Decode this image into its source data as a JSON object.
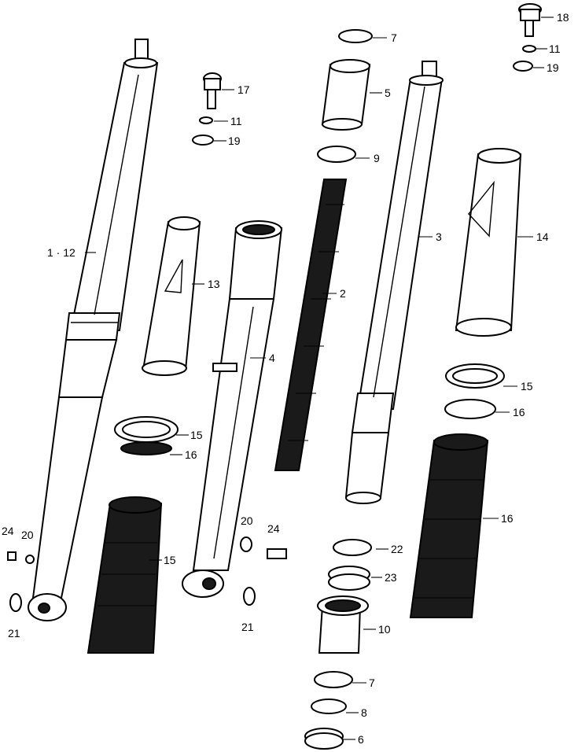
{
  "callouts": {
    "c7_top": "7",
    "c18": "18",
    "c11_top": "11",
    "c19_top": "19",
    "c5": "5",
    "c17": "17",
    "c11_left": "11",
    "c19_left": "19",
    "c9": "9",
    "c3": "3",
    "c14": "14",
    "c1_12": "1 · 12",
    "c13": "13",
    "c2": "2",
    "c4": "4",
    "c15_right": "15",
    "c16_right": "16",
    "c15_mid": "15",
    "c16_mid": "16",
    "c16_boot": "16",
    "c24_left": "24",
    "c20_left": "20",
    "c20_mid": "20",
    "c24_mid": "24",
    "c15_boot": "15",
    "c22": "22",
    "c23": "23",
    "c21_left": "21",
    "c21_mid": "21",
    "c10": "10",
    "c7_bottom": "7",
    "c8": "8",
    "c6": "6"
  }
}
